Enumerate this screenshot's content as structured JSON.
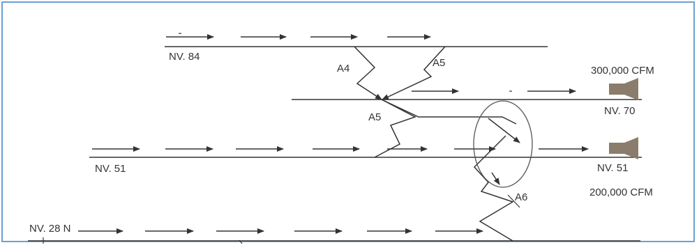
{
  "levels": {
    "nv84": "NV. 84",
    "nv70": "NV. 70",
    "nv51_left": "NV. 51",
    "nv51_right": "NV. 51",
    "nv28": "NV. 28 N"
  },
  "fans": {
    "upper_flow": "300,000 CFM",
    "lower_flow": "200,000 CFM"
  },
  "connections": {
    "a4": "A4",
    "a5_upper": "A5",
    "a5_lower": "A5",
    "a6": "A6"
  },
  "colors": {
    "line": "#333333",
    "fan": "#8b7d6b",
    "border": "#6a9fd4"
  }
}
